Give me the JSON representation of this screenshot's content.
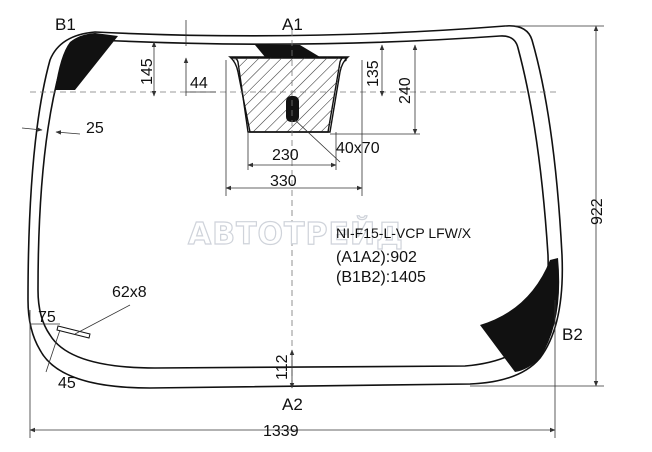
{
  "corner_labels": {
    "b1": "B1",
    "a1": "A1",
    "b2": "B2",
    "a2": "A2"
  },
  "part_code": "NI-F15-L-VCP LFW/X",
  "watermark": "АВТОТРЕЙД",
  "measurements": {
    "a1a2": "(A1A2):902",
    "b1b2": "(B1B2):1405"
  },
  "dimensions": {
    "d145": "145",
    "d44": "44",
    "d135": "135",
    "d240": "240",
    "d25": "25",
    "d230": "230",
    "d40x70": "40x70",
    "d330": "330",
    "d922": "922",
    "d62x8": "62x8",
    "d75": "75",
    "d45": "45",
    "d112": "112",
    "d1339": "1339"
  },
  "colors": {
    "line": "#111111",
    "dim": "#333333",
    "black_print": "#111111"
  }
}
